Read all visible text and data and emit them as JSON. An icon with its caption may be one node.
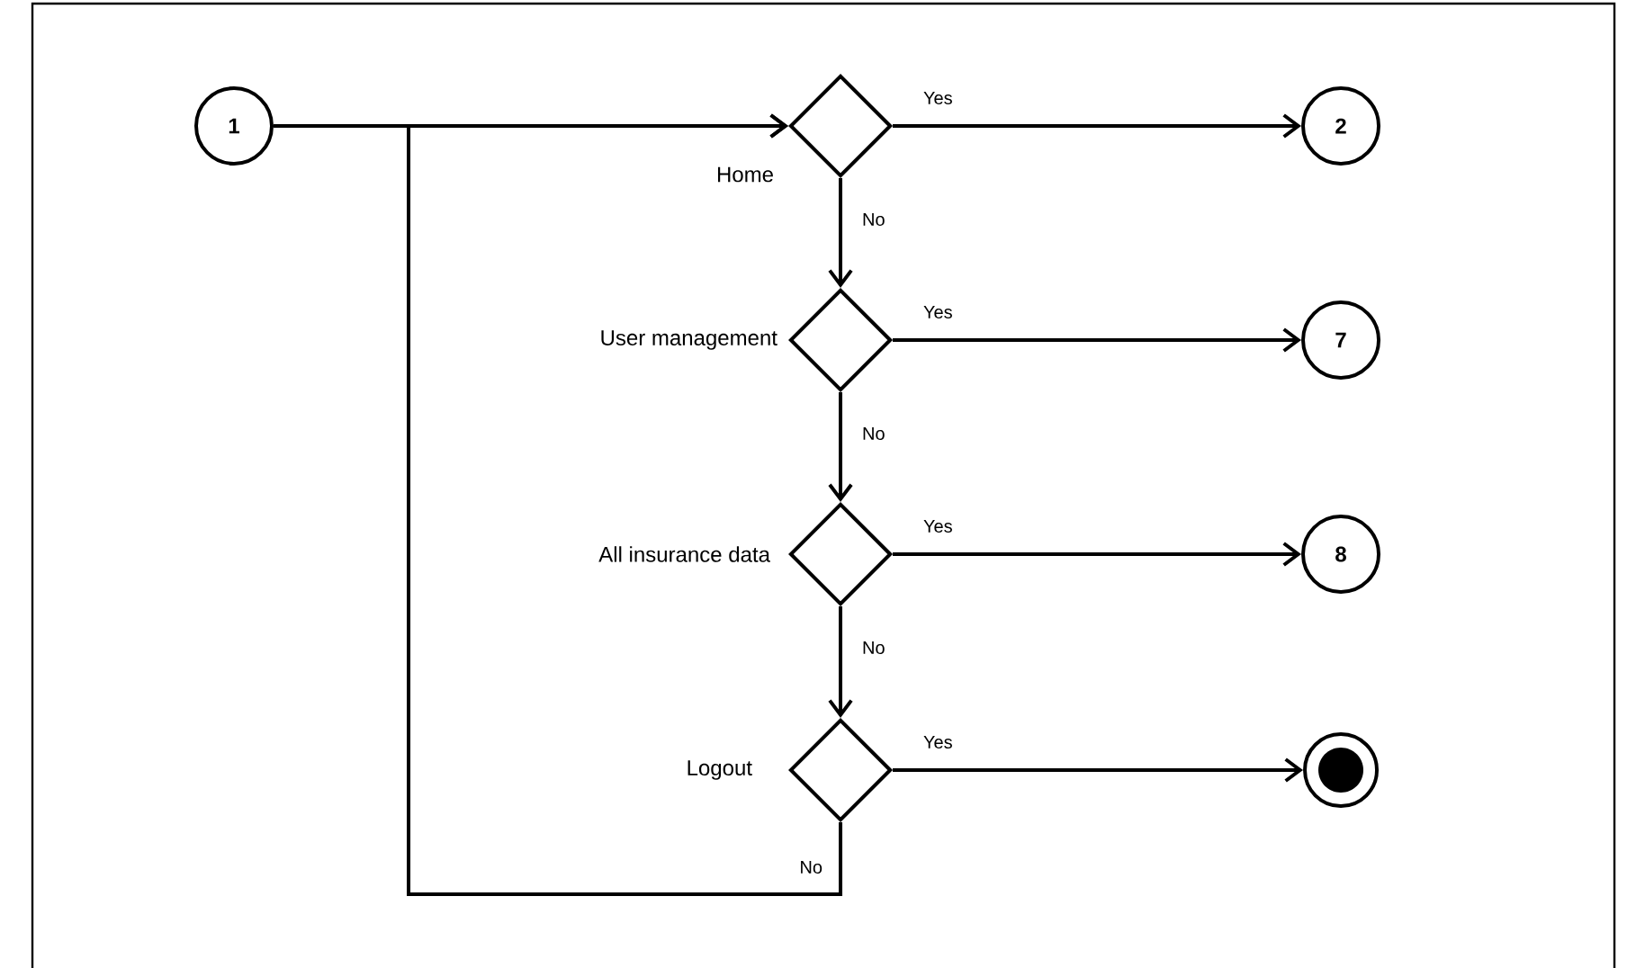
{
  "diagram": {
    "nodes": [
      {
        "text": [
          "1"
        ]
      },
      {
        "text": [
          "Home"
        ]
      },
      {
        "text": [
          "2"
        ]
      },
      {
        "text": [
          "User management"
        ]
      },
      {
        "text": [
          "7"
        ]
      },
      {
        "text": [
          "All insurance data"
        ]
      },
      {
        "text": [
          "8"
        ]
      },
      {
        "text": [
          "Logout"
        ]
      },
      {
        "text": [],
        "shape": "circle"
      }
    ],
    "edges": [
      {
        "from": 0,
        "to": 1,
        "arrow": "to"
      },
      {
        "from": 1,
        "to": 2,
        "arrow": "to",
        "label": "Yes"
      },
      {
        "from": 1,
        "to": 3,
        "arrow": "to",
        "label": "No"
      },
      {
        "from": 3,
        "to": 4,
        "arrow": "to",
        "label": "Yes"
      },
      {
        "from": 3,
        "to": 5,
        "arrow": "to",
        "label": "No"
      },
      {
        "from": 5,
        "to": 6,
        "arrow": "to",
        "label": "Yes"
      },
      {
        "from": 5,
        "to": 7,
        "arrow": "to",
        "label": "No"
      },
      {
        "from": 7,
        "to": 8,
        "arrow": "to",
        "label": "Yes"
      },
      {
        "from": 7,
        "to": 1,
        "arrow": "to",
        "label": "No"
      }
    ]
  }
}
